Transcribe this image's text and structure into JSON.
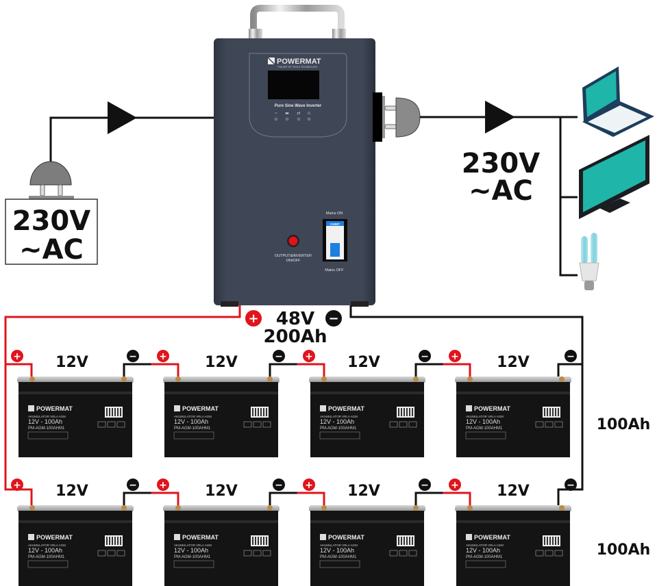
{
  "source": {
    "voltage_label": "230V",
    "type_label": "~AC"
  },
  "inverter": {
    "brand": "POWERMAT",
    "tagline": "THE ART OF TOOLS TECHNOLOGY",
    "model_text": "Pure Sine Wave Inverter",
    "indicator_icons": [
      "ac-input-icon",
      "battery-icon",
      "inverter-icon",
      "warning-icon"
    ],
    "switch_label_line1": "OUTPUT&INVERTER",
    "switch_label_line2": "ON/OFF",
    "breaker_brand": "CHINT",
    "mains_on_label": "Mains ON",
    "mains_off_label": "Mains OFF",
    "body_color": "#3c4352",
    "switch_color": "#e0121a",
    "breaker_color": "#1e7fe0"
  },
  "output": {
    "voltage_label": "230V",
    "type_label": "~AC",
    "devices": [
      "laptop",
      "monitor",
      "energy-saving-bulb"
    ]
  },
  "bank": {
    "voltage_label": "48V",
    "capacity_label": "200Ah",
    "positive_symbol": "+",
    "negative_symbol": "−"
  },
  "battery": {
    "voltage_label": "12V",
    "brand": "POWERMAT",
    "type_text": "AKUMULATOR VRLA AGM",
    "rating_text": "12V - 100Ah",
    "model_text": "PM-AGM-100AHM1"
  },
  "rows": [
    {
      "capacity_label": "100Ah",
      "battery_count": 4
    },
    {
      "capacity_label": "100Ah",
      "battery_count": 4
    }
  ],
  "colors": {
    "positive_wire": "#e0141c",
    "negative_wire": "#111111",
    "device_teal": "#1fb5a8",
    "device_navy": "#1d3d5c"
  }
}
